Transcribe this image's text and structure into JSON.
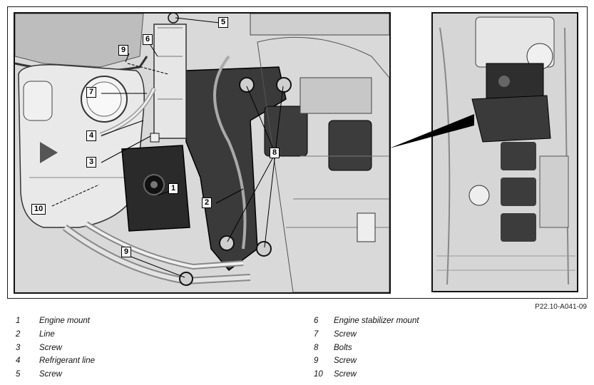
{
  "figure_code": "P22.10-A041-09",
  "callouts": {
    "c1": "1",
    "c2": "2",
    "c3": "3",
    "c4": "4",
    "c5": "5",
    "c6": "6",
    "c7": "7",
    "c8": "8",
    "c9a": "9",
    "c9b": "9",
    "c10": "10"
  },
  "legend": {
    "left": [
      {
        "num": "1",
        "text": "Engine mount"
      },
      {
        "num": "2",
        "text": "Line"
      },
      {
        "num": "3",
        "text": "Screw"
      },
      {
        "num": "4",
        "text": "Refrigerant line"
      },
      {
        "num": "5",
        "text": "Screw"
      }
    ],
    "right": [
      {
        "num": "6",
        "text": "Engine stabilizer mount"
      },
      {
        "num": "7",
        "text": "Screw"
      },
      {
        "num": "8",
        "text": "Bolts"
      },
      {
        "num": "9",
        "text": "Screw"
      },
      {
        "num": "10",
        "text": "Screw"
      }
    ]
  }
}
